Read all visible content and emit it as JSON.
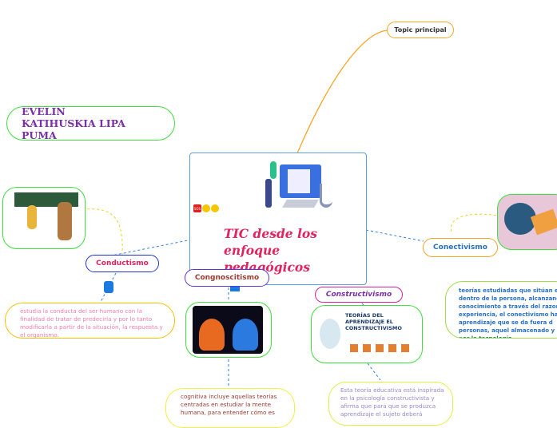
{
  "central": {
    "title": "TIC desde los enfoque pedagógicos",
    "icons": [
      "sos-icon",
      "tongue-emoji-icon",
      "grin-emoji-icon"
    ],
    "sos_label": "SOS"
  },
  "topic_principal": "Topic principal",
  "author": "EVELIN KATIHUSKIA LIPA PUMA",
  "branches": {
    "conductismo": {
      "label": "Conductismo",
      "text": "estudia la conducta del ser humano con la finalidad de tratar de predecirla y por lo tanto modificarla a partir de la situación, la respuesta y el organismo."
    },
    "cognoscitismo": {
      "label": "Congnoscitismo",
      "text": "cognitiva incluye aquellas teorías centradas en estudiar la mente humana, para entender cómo es"
    },
    "constructivismo": {
      "label": "Constructivismo",
      "image_caption": "TEORÍAS DEL APRENDIZAJE EL CONSTRUCTIVISMO",
      "text": "Esta teoría educativa está inspirada en la psicología constructivista y afirma que para que se produzca aprendizaje el sujeto deberá"
    },
    "conectivismo": {
      "label": "Conectivismo",
      "text": "teorías estudiadas que sitúan el dentro de la persona, alcanzando conocimiento a través del razon experiencia, el conectivismo hac al aprendizaje que se da fuera d personas, aquel almacenado y m por la tecnología"
    }
  },
  "colors": {
    "central_title": "#e0245e",
    "author": "#7b2fa8",
    "blue_line": "#2f7fe0",
    "orange_line": "#f5a623"
  }
}
